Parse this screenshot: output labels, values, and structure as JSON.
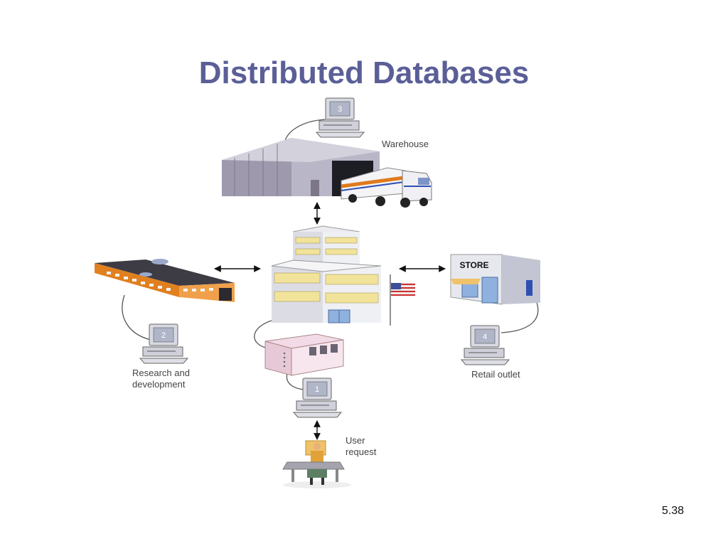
{
  "slide": {
    "title": "Distributed Databases",
    "number": "5.38"
  },
  "diagram": {
    "store_sign": "STORE",
    "computer_numbers": [
      "1",
      "2",
      "3",
      "4"
    ],
    "labels": {
      "warehouse": "Warehouse",
      "research_line1": "Research and",
      "research_line2": "development",
      "retail": "Retail outlet",
      "user_line1": "User",
      "user_line2": "request"
    }
  },
  "colors": {
    "title": "#5b5f97",
    "warehouse_wall": "#b9b6c8",
    "factory_side": "#e0801f",
    "hq_window": "#f2e39a",
    "store_wall": "#e6e8ee"
  }
}
